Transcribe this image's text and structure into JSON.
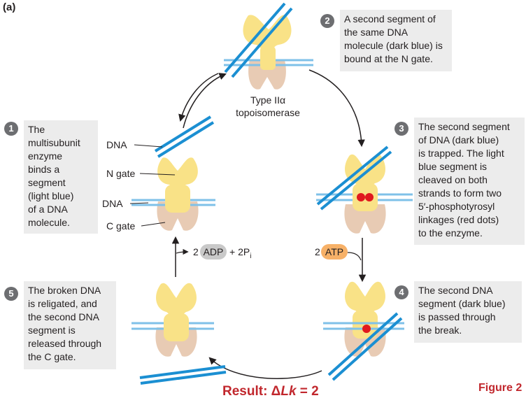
{
  "panel_label": "(a)",
  "colors": {
    "dark_blue": "#1b8fd2",
    "light_blue": "#7fc1e8",
    "enzyme_yellow": "#f9e287",
    "enzyme_tan": "#e8cbb4",
    "red_dot": "#e0191e",
    "atp_orange": "#f7b168",
    "adp_gray": "#c9c9c9",
    "step_box": "#ececec",
    "step_number": "#6d6e71",
    "result_red": "#c1272d"
  },
  "steps": [
    {
      "number": "1",
      "text": [
        "The",
        "multisubunit",
        "enzyme",
        "binds a",
        "segment",
        "(light blue)",
        "of a DNA",
        "molecule."
      ]
    },
    {
      "number": "2",
      "text": [
        "A second segment of",
        "the same DNA",
        "molecule (dark blue) is",
        "bound at the N gate."
      ]
    },
    {
      "number": "3",
      "text": [
        "The second segment",
        "of DNA (dark blue)",
        "is trapped. The light",
        "blue segment is",
        "cleaved on both",
        "strands to form two",
        "5′-phosphotyrosyl",
        "linkages (red dots)",
        "to the enzyme."
      ]
    },
    {
      "number": "4",
      "text": [
        "The second DNA",
        "segment (dark blue)",
        "is passed through",
        "the break."
      ]
    },
    {
      "number": "5",
      "text": [
        "The broken DNA",
        "is religated, and",
        "the second DNA",
        "segment is",
        "released through",
        "the C gate."
      ]
    }
  ],
  "labels": {
    "dna": "DNA",
    "n_gate": "N gate",
    "dna2": "DNA",
    "c_gate": "C gate",
    "enzyme_line1": "Type IIα",
    "enzyme_line2": "topoisomerase"
  },
  "cofactors": {
    "adp_count": "2",
    "adp": "ADP",
    "pi_part": "+ 2P",
    "pi_sub": "i",
    "atp_count": "2",
    "atp": "ATP"
  },
  "result_prefix": "Result: Δ",
  "result_lk": "Lk",
  "result_suffix": " = 2",
  "figure_label": "Figure 2"
}
